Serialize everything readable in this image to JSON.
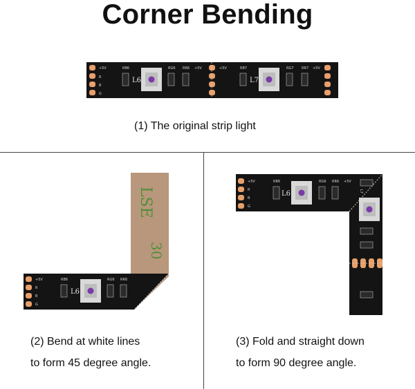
{
  "title": "Corner Bending",
  "captions": {
    "original": "(1) The original strip light",
    "bend45_line1": "(2) Bend at white lines",
    "bend45_line2": "to form 45 degree angle.",
    "fold90_line1": "(3) Fold and straight down",
    "fold90_line2": "to form 90 degree angle."
  },
  "strip_labels": {
    "plus5v": "+5V",
    "r": "R",
    "b": "B",
    "g": "G",
    "rb6": "RB6",
    "rg6": "RG6",
    "rr6": "RR6",
    "rb7": "RB7",
    "rg7": "RG7",
    "rr7": "RR7",
    "l6": "L6",
    "l7": "L7",
    "tape_text": "LSE",
    "tape_text2": "30"
  },
  "colors": {
    "pcb": "#141414",
    "pad": "#e8a06a",
    "led_body": "#d9d9d9",
    "led_chip": "#7a3aa8",
    "tape": "#b8977c",
    "tape_print": "#4f8f3a"
  }
}
